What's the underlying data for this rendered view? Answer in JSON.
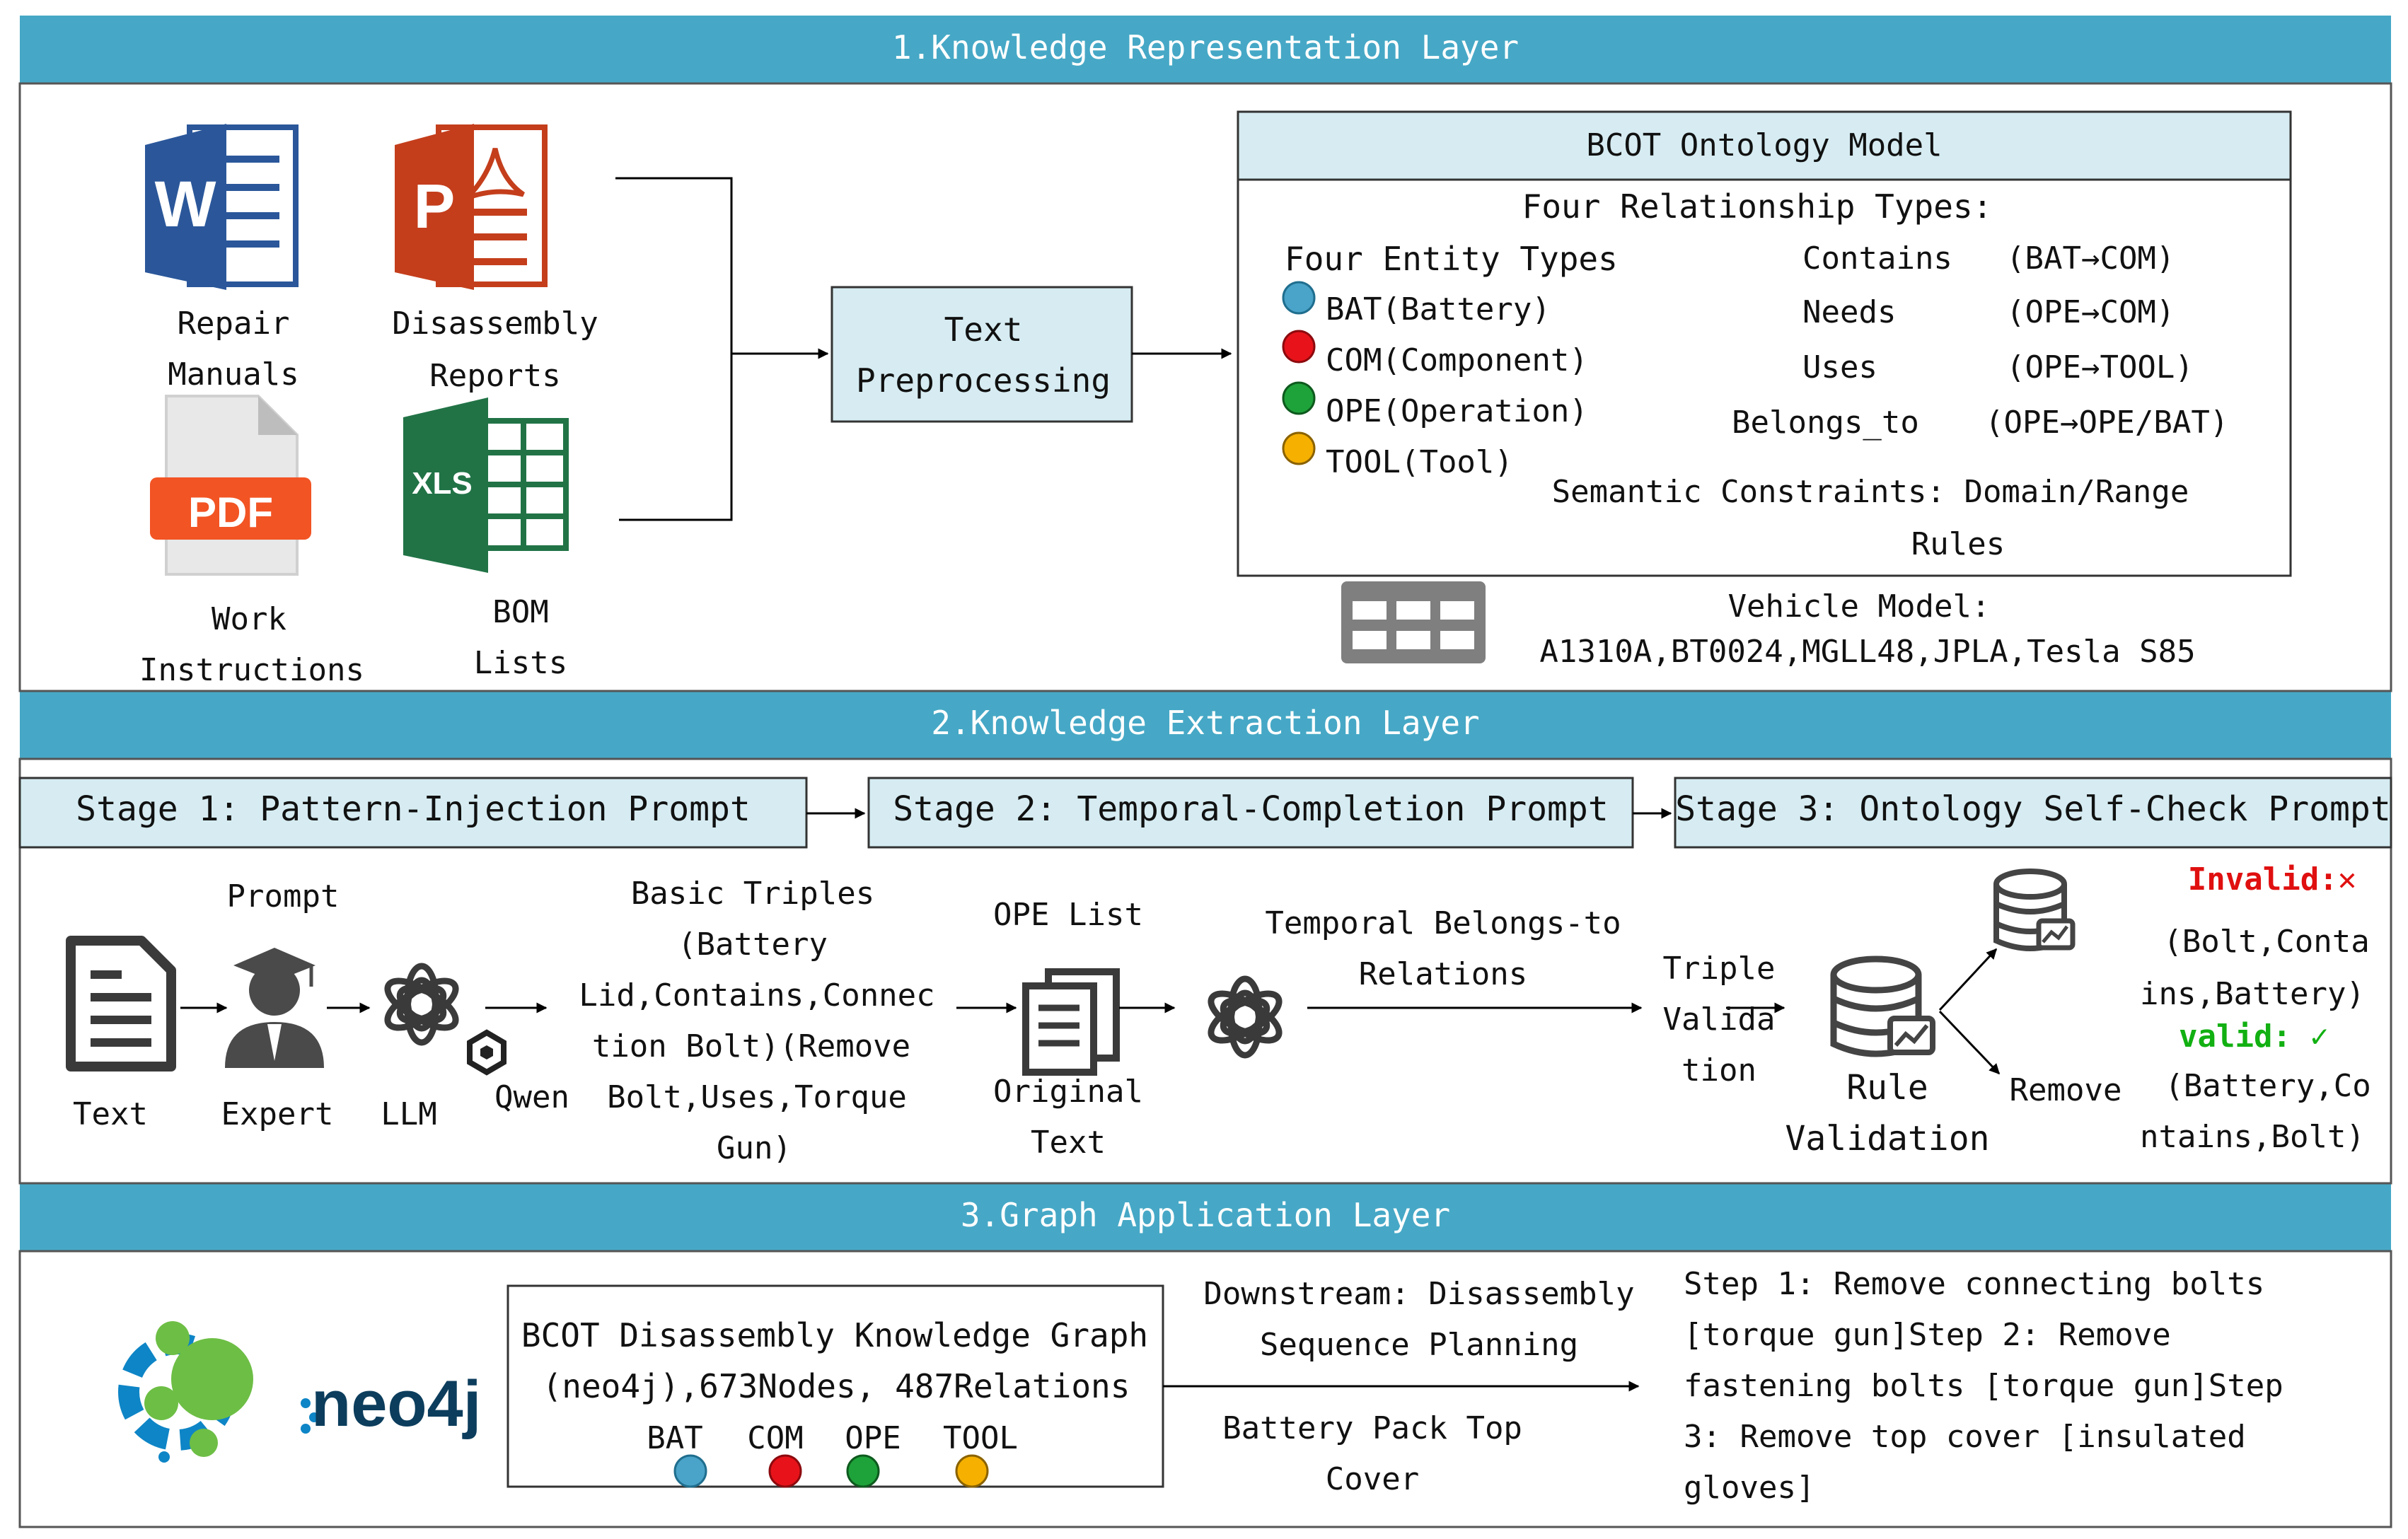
{
  "layers": {
    "layer1": "1.Knowledge Representation Layer",
    "layer2": "2.Knowledge Extraction Layer",
    "layer3": "3.Graph Application Layer"
  },
  "sources": {
    "word_line1": "Repair",
    "word_line2": "Manuals",
    "ppt_line1": "Disassembly",
    "ppt_line2": "Reports",
    "pdf_badge": "PDF",
    "pdf_line1": "Work",
    "pdf_line2": "Instructions",
    "xls_badge": "XLS",
    "xls_line1": "BOM",
    "xls_line2": "Lists"
  },
  "preprocess": {
    "line1": "Text",
    "line2": "Preprocessing"
  },
  "ontology": {
    "title": "BCOT Ontology Model",
    "rel_header": "Four Relationship Types:",
    "entity_header": "Four Entity Types",
    "entities": [
      "BAT(Battery)",
      "COM(Component)",
      "OPE(Operation)",
      "TOOL(Tool)"
    ],
    "relations": [
      {
        "name": "Contains",
        "map": "(BAT→COM)"
      },
      {
        "name": "Needs",
        "map": "(OPE→COM)"
      },
      {
        "name": "Uses",
        "map": "(OPE→TOOL)"
      },
      {
        "name": "Belongs_to",
        "map": "(OPE→OPE/BAT)"
      }
    ],
    "constraints_line1": "Semantic Constraints: Domain/Range",
    "constraints_line2": "Rules"
  },
  "vehicle": {
    "label": "Vehicle Model:",
    "models": "A1310A,BT0024,MGLL48,JPLA,Tesla S85"
  },
  "stages": {
    "s1": "Stage 1: Pattern-Injection Prompt",
    "s2": "Stage 2: Temporal-Completion Prompt",
    "s3": "Stage 3: Ontology Self-Check Prompt"
  },
  "extraction": {
    "text_label": "Text",
    "prompt_label": "Prompt",
    "expert_label": "Expert",
    "llm_label": "LLM",
    "qwen_label": "Qwen",
    "triples": [
      "Basic Triples",
      "(Battery",
      "Lid,Contains,Connec",
      "tion Bolt)(Remove",
      "Bolt,Uses,Torque",
      "Gun)"
    ],
    "ope_list": "OPE List",
    "original_line1": "Original",
    "original_line2": "Text",
    "temporal_line1": "Temporal Belongs-to",
    "temporal_line2": "Relations",
    "triple_valid": [
      "Triple",
      "Valida",
      "tion"
    ],
    "rule_line1": "Rule",
    "rule_line2": "Validation",
    "remove": "Remove",
    "invalid_label": "Invalid:✕",
    "invalid_example": [
      "(Bolt,Conta",
      "ins,Battery)"
    ],
    "valid_label": "valid: ✓",
    "valid_example": [
      "(Battery,Co",
      "ntains,Bolt)"
    ]
  },
  "graph": {
    "logo_text": "neo4j",
    "kg_line1": "BCOT Disassembly Knowledge Graph",
    "kg_line2": "(neo4j),673Nodes, 487Relations",
    "legend": [
      "BAT",
      "COM",
      "OPE",
      "TOOL"
    ],
    "downstream_line1": "Downstream: Disassembly",
    "downstream_line2": "Sequence Planning",
    "battery_line1": "Battery Pack Top",
    "battery_line2": "Cover",
    "steps": [
      "Step 1: Remove connecting bolts",
      "[torque gun]Step 2: Remove",
      "fastening bolts [torque gun]Step",
      "3: Remove top cover [insulated",
      "gloves]"
    ]
  },
  "colors": {
    "banner": "#46A8C6",
    "box_fill": "#D6ECF2",
    "bat": "#4AA3C8",
    "com": "#E8131A",
    "ope": "#1EA33A",
    "tool": "#F5B000",
    "invalid": "#E01010",
    "valid": "#12B012"
  }
}
